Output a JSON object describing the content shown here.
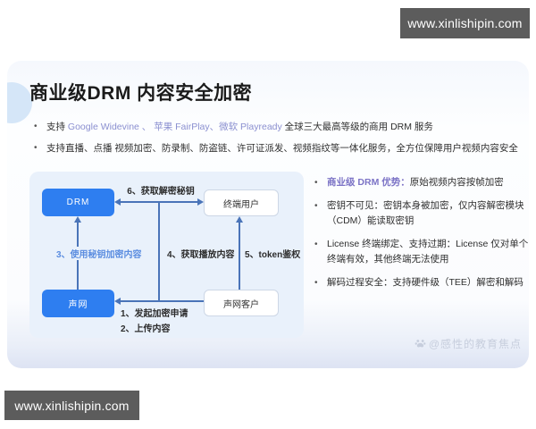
{
  "overlays": {
    "top_badge": "www.xinlishipin.com",
    "bottom_badge": "www.xinlishipin.com",
    "slide_watermark": "@感性的教育焦点"
  },
  "slide": {
    "title": "商业级DRM 内容安全加密",
    "intro": [
      {
        "pre": "支持 ",
        "brands": "Google Widevine 、 苹果 FairPlay、微软 Playready",
        "post": " 全球三大最高等级的商用 DRM 服务"
      },
      {
        "pre": "",
        "brands": "",
        "post": "支持直播、点播 视频加密、防录制、防盗链、许可证派发、视频指纹等一体化服务，全方位保障用户视频内容安全"
      }
    ],
    "diagram": {
      "nodes": {
        "drm": "DRM",
        "terminal_user": "终端用户",
        "agora": "声网",
        "agora_customer": "声网客户"
      },
      "labels": {
        "step1": "1、发起加密申请",
        "step2": "2、上传内容",
        "step3": "3、使用秘钥加密内容",
        "step4": "4、获取播放内容",
        "step5": "5、token鉴权",
        "step6": "6、获取解密秘钥"
      }
    },
    "features": [
      {
        "lead": "商业级 DRM 优势：",
        "text": "原始视频内容按帧加密"
      },
      {
        "lead": "",
        "text": "密钥不可见：密钥本身被加密，仅内容解密模块（CDM）能读取密钥"
      },
      {
        "lead": "",
        "text": "License 终端绑定、支持过期：License 仅对单个终端有效，其他终端无法使用"
      },
      {
        "lead": "",
        "text": "解码过程安全：支持硬件级（TEE）解密和解码"
      }
    ]
  },
  "colors": {
    "primary_blue": "#2e7ef0",
    "panel_blue": "#e9f1fb",
    "line_blue": "#4a74b8",
    "step3_blue": "#5b8de0",
    "brand_purple": "#8a8fd0",
    "lead_purple": "#7c74c6",
    "badge_gray": "#5c5c5c",
    "watermark_gray": "#c7cedd"
  }
}
